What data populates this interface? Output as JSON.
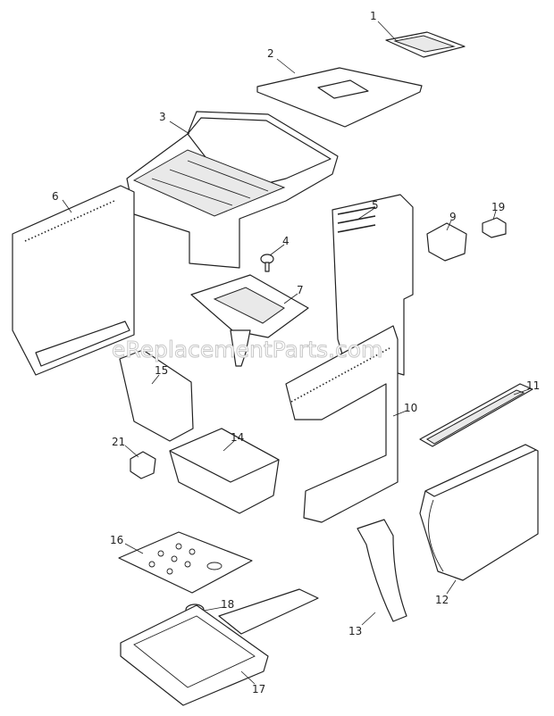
{
  "diagram": {
    "watermark": "eReplacementParts.com",
    "labels": [
      "1",
      "2",
      "3",
      "4",
      "5",
      "6",
      "7",
      "9",
      "19",
      "10",
      "11",
      "15",
      "14",
      "21",
      "16",
      "18",
      "13",
      "12",
      "17"
    ]
  }
}
